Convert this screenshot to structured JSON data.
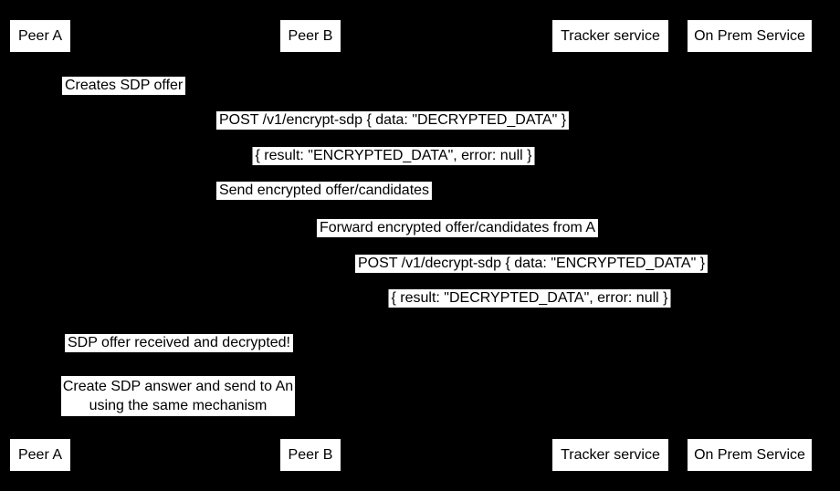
{
  "diagram_type": "sequence-diagram",
  "colors": {
    "background": "#000000",
    "label_background": "#ffffff",
    "label_text": "#000000"
  },
  "participants": [
    {
      "name": "Peer A"
    },
    {
      "name": "Peer B"
    },
    {
      "name": "Tracker service"
    },
    {
      "name": "On Prem Service"
    }
  ],
  "messages": [
    "Creates SDP offer",
    "POST /v1/encrypt-sdp { data: \"DECRYPTED_DATA\" }",
    "{ result: \"ENCRYPTED_DATA\", error: null }",
    "Send encrypted offer/candidates",
    "Forward encrypted offer/candidates from A",
    "POST /v1/decrypt-sdp { data: \"ENCRYPTED_DATA\" }",
    "{ result: \"DECRYPTED_DATA\", error: null }",
    "SDP offer received and decrypted!"
  ],
  "note": {
    "line1": "Create SDP answer and send to An",
    "line2": "using the same mechanism"
  }
}
